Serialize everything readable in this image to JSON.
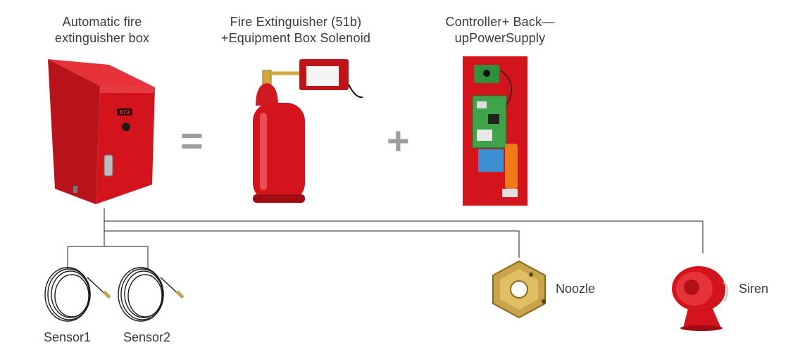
{
  "captions": {
    "box_line1": "Automatic fire",
    "box_line2": "extinguisher box",
    "extinguisher_line1": "Fire Extinguisher (51b)",
    "extinguisher_line2": "+Equipment Box Solenoid",
    "controller_line1": "Controller+ Back—",
    "controller_line2": "upPowerSupply"
  },
  "operators": {
    "equals": "=",
    "plus": "+"
  },
  "labels": {
    "sensor1": "Sensor1",
    "sensor2": "Sensor2",
    "nozzle": "Noozle",
    "siren": "Siren"
  },
  "display_readout": "873",
  "colors": {
    "red": "#d4141c",
    "dark_red": "#a10c12",
    "brass": "#c9a44a",
    "wire": "#222222",
    "operator_gray": "#9e9e9e"
  }
}
